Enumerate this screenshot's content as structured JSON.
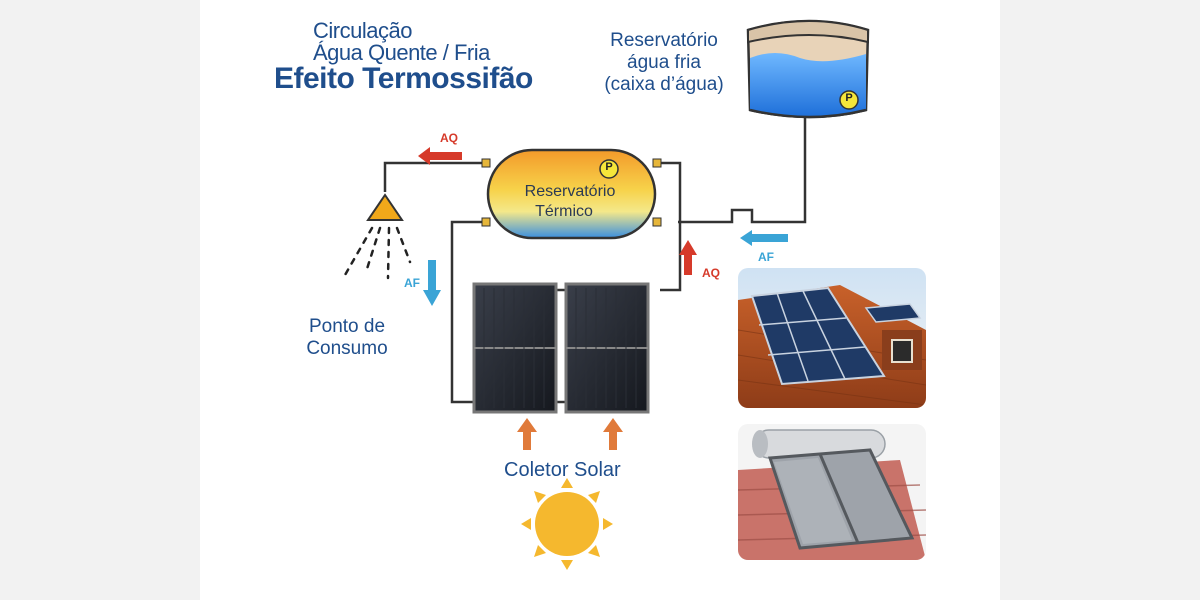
{
  "title": {
    "line1": "Circulação",
    "line2": "Água Quente / Fria",
    "line3": "Efeito Termossifão"
  },
  "cold_tank": {
    "label_line1": "Reservatório",
    "label_line2": "água fria",
    "label_line3": "(caixa d’água)",
    "badge": "P"
  },
  "thermal_tank": {
    "label_line1": "Reservatório",
    "label_line2": "Térmico",
    "badge": "P"
  },
  "consumption_point": {
    "label_line1": "Ponto de",
    "label_line2": "Consumo"
  },
  "solar_collector": {
    "label": "Coletor Solar"
  },
  "arrows": {
    "aq_top": "AQ",
    "aq_right": "AQ",
    "af_left": "AF",
    "af_right": "AF"
  },
  "colors": {
    "title_blue": "#1f4e8c",
    "hot_red": "#d63a2a",
    "cold_blue": "#3aa4d6",
    "pipe": "#333333",
    "sun": "#f5b82e"
  },
  "icons": [
    "shower-icon",
    "sun-icon",
    "pressure-badge-icon"
  ]
}
